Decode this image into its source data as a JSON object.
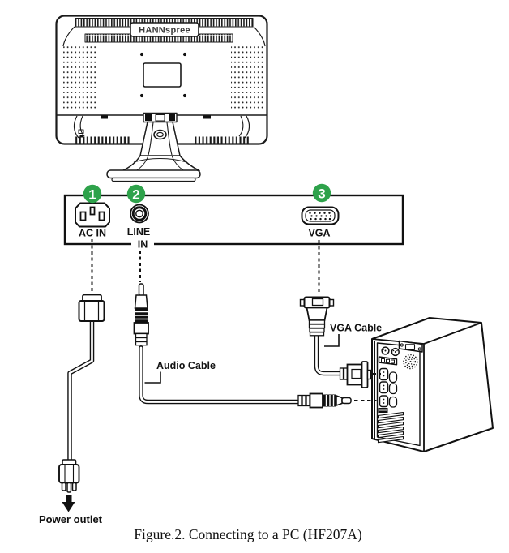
{
  "figure": {
    "caption": "Figure.2. Connecting to a PC (HF207A)"
  },
  "monitor": {
    "brand": "HANNspree"
  },
  "panel": {
    "connectors": [
      {
        "number": "1",
        "label": "AC IN"
      },
      {
        "number": "2",
        "label": "LINE",
        "label2": "IN"
      },
      {
        "number": "3",
        "label": "VGA"
      }
    ]
  },
  "labels": {
    "audio_cable": "Audio Cable",
    "vga_cable": "VGA Cable",
    "power_outlet": "Power outlet"
  },
  "colors": {
    "step_badge": "#2EA24B",
    "line": "#1a1a1a"
  }
}
